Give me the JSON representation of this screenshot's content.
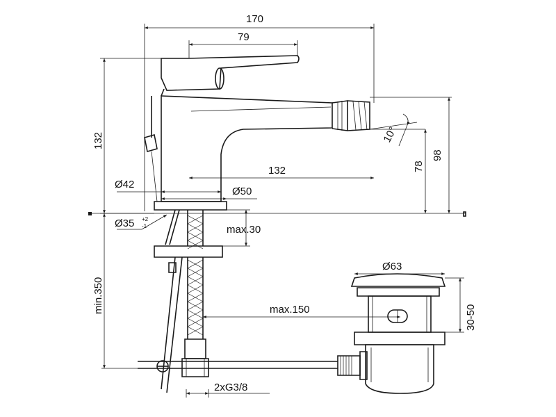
{
  "dimensions": {
    "total_depth": "170",
    "handle_length": "79",
    "total_height": "132",
    "spout_reach": "132",
    "body_diameter": "Ø42",
    "base_diameter": "Ø50",
    "hole_diameter": "Ø35",
    "hole_tolerance_plus": "+2",
    "hole_tolerance_minus": "-1",
    "deck_thickness": "max.30",
    "angle": "10°",
    "spout_height": "78",
    "aerator_height": "98",
    "under_deck_min": "min.350",
    "waste_diameter": "Ø63",
    "waste_height_range": "30-50",
    "rod_length": "max.150",
    "connection": "2xG3/8"
  },
  "colors": {
    "line": "#1a1a1a",
    "background": "#ffffff"
  }
}
